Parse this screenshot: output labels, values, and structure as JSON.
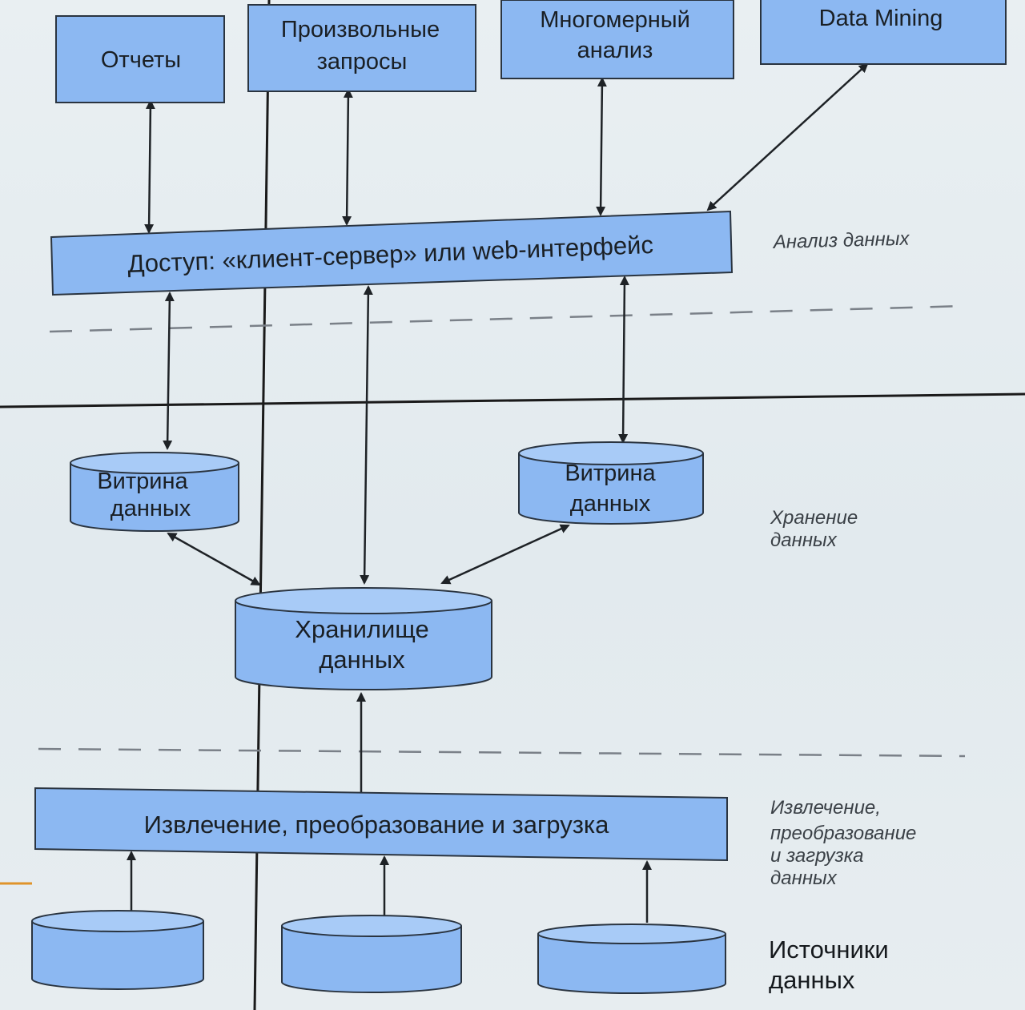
{
  "colors": {
    "background": "#e6edf0",
    "box_fill": "#8cb8f2",
    "box_stroke": "#2a3440",
    "arrow": "#1e2226",
    "dashed_line": "#7a8088",
    "accent_orange": "#e0932a"
  },
  "tools": {
    "reports": [
      "Отчеты"
    ],
    "queries": [
      "Произвольные",
      "запросы"
    ],
    "olap": [
      "Многомерный",
      "анализ"
    ],
    "mining": [
      "Data Mining"
    ]
  },
  "access": {
    "label": "Доступ: «клиент-сервер» или web-интерфейс"
  },
  "marts": {
    "left": [
      "Витрина",
      "данных"
    ],
    "right": [
      "Витрина",
      "данных"
    ]
  },
  "warehouse": {
    "label": [
      "Хранилище",
      "данных"
    ]
  },
  "etl": {
    "label": "Извлечение, преобразование и загрузка"
  },
  "layers": {
    "analysis": [
      "Анализ данных"
    ],
    "storage": [
      "Хранение",
      "данных"
    ],
    "etl": [
      "Извлечение,",
      "преобразование",
      "и загрузка",
      "данных"
    ]
  },
  "sources": {
    "label": [
      "Источники",
      "данных"
    ],
    "items": [
      "",
      "",
      ""
    ]
  }
}
